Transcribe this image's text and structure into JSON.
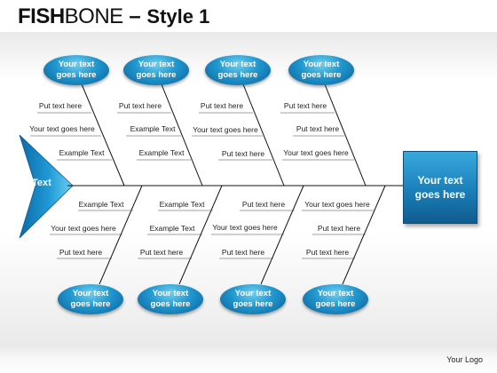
{
  "slide": {
    "title_bold": "FISH",
    "title_reg": "BONE",
    "title_dash": "–",
    "title_style": "Style 1",
    "logo": "Your Logo"
  },
  "diagram": {
    "tail_label": "Text",
    "effect_label": "Your text goes here",
    "top_bubbles": [
      "Your text goes here",
      "Your text goes here",
      "Your text goes here",
      "Your text goes here"
    ],
    "bottom_bubbles": [
      "Your text goes here",
      "Your text goes here",
      "Your text goes here",
      "Your text goes here"
    ],
    "top_labels": [
      [
        "Put text here",
        "Your text goes here",
        "Example Text"
      ],
      [
        "Put text here",
        "Example  Text",
        "Example Text"
      ],
      [
        "Put text here",
        "Your text goes here",
        "Put text here"
      ],
      [
        "Put text here",
        "Put text here",
        "Your text goes here"
      ]
    ],
    "bottom_labels": [
      [
        "Example Text",
        "Your text goes here",
        "Put text here"
      ],
      [
        "Example Text",
        "Example  Text",
        "Put text here"
      ],
      [
        "Put text here",
        "Your text goes here",
        "Put text here"
      ],
      [
        "Your text goes here",
        "Put text here",
        "Put text here"
      ]
    ]
  },
  "colors": {
    "accent": "#1a8bc8",
    "accent_dark": "#0d5f95",
    "accent_light": "#6fd0f2"
  }
}
